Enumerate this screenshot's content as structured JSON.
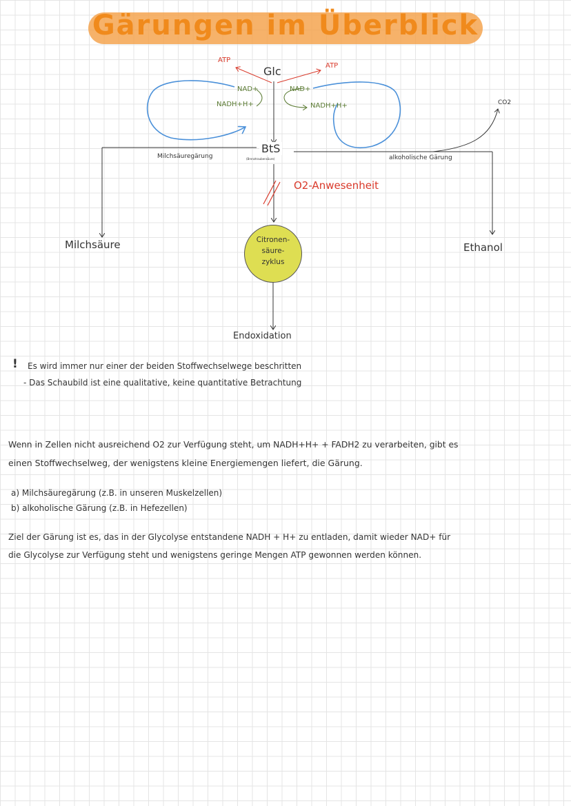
{
  "title": "Gärungen im Überblick",
  "diagram": {
    "glc": "Glc",
    "atp_left": "ATP",
    "atp_right": "ATP",
    "nad_left": "NAD+",
    "nadh_left": "NADH+H+",
    "nad_right": "NAD+",
    "nadh_right": "NADH+H+",
    "bts": "BtS",
    "bts_small": "(Brenztraubensäure)",
    "co2": "CO2",
    "path_left_label": "Milchsäuregärung",
    "path_right_label": "alkoholische Gärung",
    "o2_presence": "O2-Anwesenheit",
    "milchsaeure": "Milchsäure",
    "ethanol": "Ethanol",
    "citrate_cycle": [
      "Citronen-",
      "säure-",
      "zyklus"
    ],
    "endoxidation": "Endoxidation"
  },
  "notes": {
    "exclamation": "!",
    "line1": "Es wird immer nur einer der beiden Stoffwechselwege beschritten",
    "line2": "- Das Schaubild ist eine qualitative, keine quantitative Betrachtung"
  },
  "paragraph1": {
    "line1": "Wenn in Zellen nicht ausreichend O2 zur Verfügung steht, um NADH+H+ + FADH2 zu verarbeiten, gibt es",
    "line2": "einen Stoffwechselweg, der wenigstens kleine Energiemengen liefert, die Gärung."
  },
  "list": {
    "a": "a) Milchsäuregärung (z.B. in unseren Muskelzellen)",
    "b": "b) alkoholische Gärung     (z.B. in Hefezellen)"
  },
  "paragraph2": {
    "line1": "Ziel der Gärung ist es, das in der Glycolyse entstandene NADH + H+ zu entladen, damit wieder NAD+ für",
    "line2": "die Glycolyse zur Verfügung steht und wenigstens geringe Mengen ATP gewonnen werden können."
  },
  "colors": {
    "title": "#f08a1c",
    "title_bar": "#f5a550",
    "cycle_arrows": "#4a90d9",
    "atp_arrows": "#d93a2b",
    "nad_text": "#5a7a32",
    "citrate_fill": "#dede52"
  }
}
